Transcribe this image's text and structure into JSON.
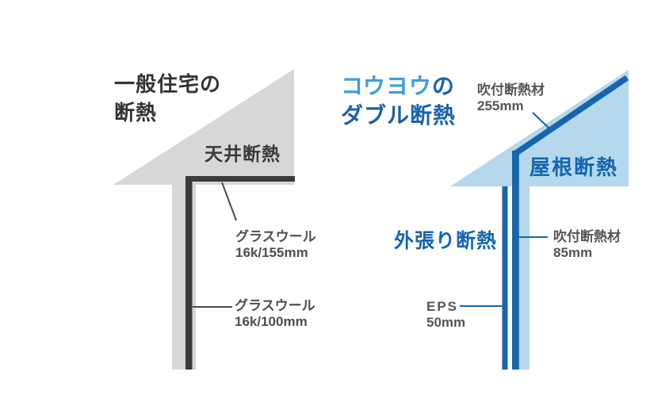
{
  "colors": {
    "gray_fill": "#d7d7d7",
    "dark_bar": "#3a3a3a",
    "dark_line": "#4a4a4a",
    "light_blue": "#b5d8ec",
    "dark_blue": "#1566ae",
    "title_dark": "#333333",
    "label_gray": "#4f4f4f",
    "label_gray_right": "#555555",
    "brand_light_blue": "#3f9ed8",
    "brand_dark_blue": "#1a62a9"
  },
  "left": {
    "title_line1": "一般住宅の",
    "title_line2": "断熱",
    "roof_label": "天井断熱",
    "callout_ceiling": {
      "name": "グラスウール",
      "spec": "16k/155mm"
    },
    "callout_wall": {
      "name": "グラスウール",
      "spec": "16k/100mm"
    }
  },
  "right": {
    "title_line1_highlight": "コウヨウ",
    "title_line1_rest": "の",
    "title_line2": "ダブル断熱",
    "roof_label": "屋根断熱",
    "wall_label": "外張り断熱",
    "callout_roof": {
      "name": "吹付断熱材",
      "spec": "255mm"
    },
    "callout_wall": {
      "name": "吹付断熱材",
      "spec": "85mm"
    },
    "callout_eps": {
      "name": "EPS",
      "spec": "50mm"
    }
  }
}
